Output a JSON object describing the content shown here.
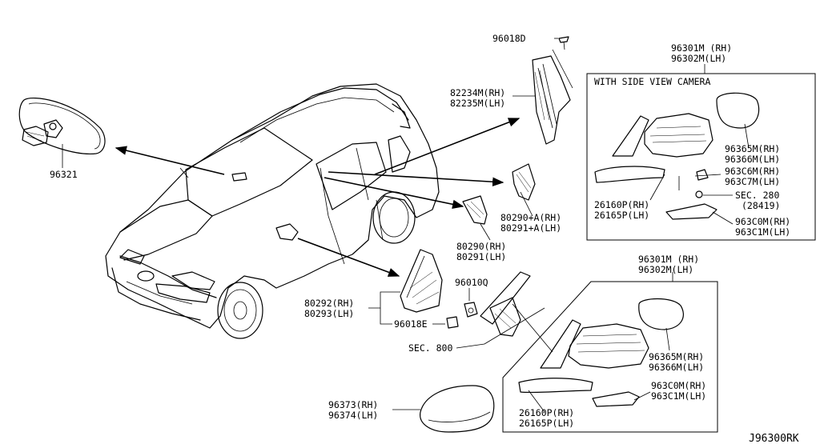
{
  "diagram_code": "J96300RK",
  "box_top": {
    "header": "WITH SIDE VIEW CAMERA"
  },
  "labels": {
    "p96018D": "96018D",
    "p82234M": "82234M(RH)",
    "p82235M": "82235M(LH)",
    "p96321": "96321",
    "p96301M_a": "96301M (RH)",
    "p96302M_a": "96302M(LH)",
    "p96365M_a": "96365M(RH)",
    "p96366M_a": "96366M(LH)",
    "p963C6M": "963C6M(RH)",
    "p963C7M": "963C7M(LH)",
    "p26160P_a": "26160P(RH)",
    "p26165P_a": "26165P(LH)",
    "sec280": "SEC. 280",
    "sec280sub": "(28419)",
    "p963C0M_a": "963C0M(RH)",
    "p963C1M_a": "963C1M(LH)",
    "p80290A": "80290+A(RH)",
    "p80291A": "80291+A(LH)",
    "p80290": "80290(RH)",
    "p80291": "80291(LH)",
    "p96301M_b": "96301M (RH)",
    "p96302M_b": "96302M(LH)",
    "p96010Q": "96010Q",
    "p80292": "80292(RH)",
    "p80293": "80293(LH)",
    "p96018E": "96018E",
    "sec800": "SEC. 800",
    "p96365M_b": "96365M(RH)",
    "p96366M_b": "96366M(LH)",
    "p963C0M_b": "963C0M(RH)",
    "p963C1M_b": "963C1M(LH)",
    "p26160P_b": "26160P(RH)",
    "p26165P_b": "26165P(LH)",
    "p96373": "96373(RH)",
    "p96374": "96374(LH)"
  }
}
